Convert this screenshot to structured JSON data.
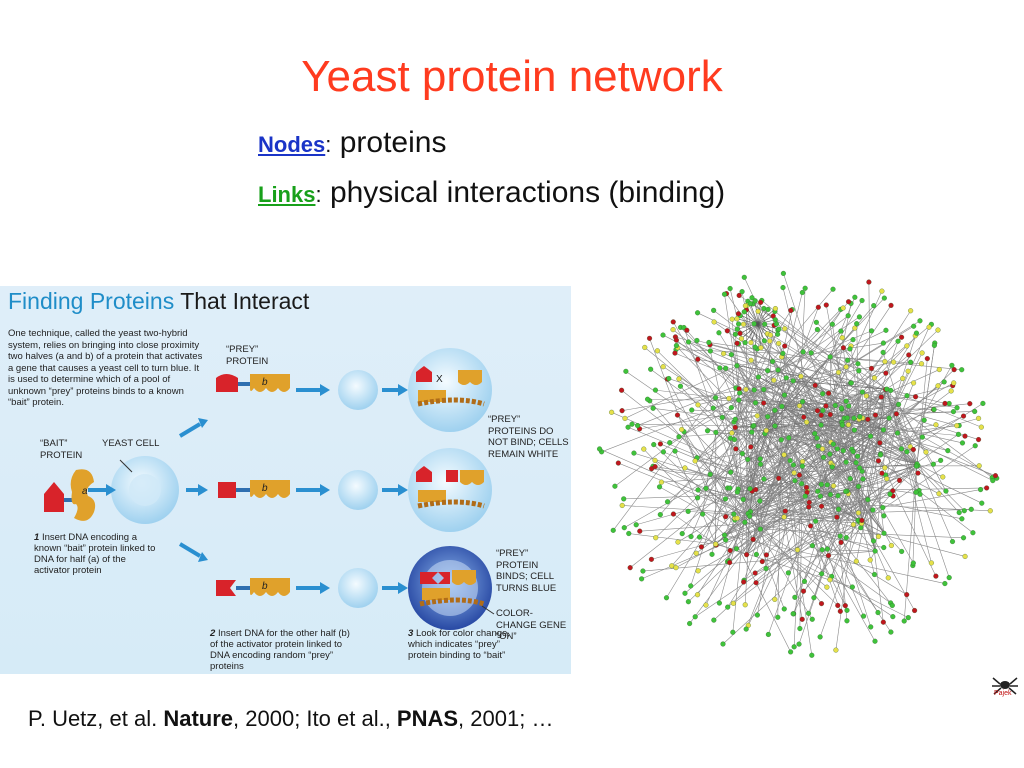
{
  "slide": {
    "title": "Yeast protein network",
    "defs": [
      {
        "key": "Nodes",
        "colon": ":",
        "value": "proteins"
      },
      {
        "key": "Links",
        "colon": ":",
        "value": "physical interactions (binding)"
      }
    ],
    "citation": {
      "p1": "P. Uetz, et al.  ",
      "journal1": "Nature",
      "p2": ", 2000; Ito et al., ",
      "journal2": "PNAS",
      "p3": ", 2001; …"
    },
    "logo_text": "Pajek"
  },
  "figure": {
    "title_blue": "Finding Proteins ",
    "title_dark": "That Interact",
    "intro": "One technique, called the yeast two-hybrid system, relies on bringing into close proximity two halves (a and b) of a protein that activates a gene that causes a yeast cell to turn blue. It is used to determine which of a pool of unknown “prey” proteins binds to a known “bait” protein.",
    "label_prey": "“PREY” PROTEIN",
    "label_bait": "“BAIT” PROTEIN",
    "label_yeast": "YEAST CELL",
    "label_no_bind": "“PREY” PROTEINS DO NOT BIND; CELLS REMAIN WHITE",
    "label_binds": "“PREY” PROTEIN BINDS; CELL TURNS BLUE",
    "label_color_change": "COLOR-CHANGE GENE “ON”",
    "step1_num": "1",
    "step1": "Insert DNA encoding a known “bait” protein linked to DNA for half (a) of the activator protein",
    "step2_num": "2",
    "step2": "Insert DNA for the other half (b) of the activator protein linked to DNA encoding random “prey” proteins",
    "step3_num": "3",
    "step3": "Look for color change, which indicates “prey” protein binding to “bait”",
    "letter_a": "a",
    "letter_b": "b",
    "letter_x": "X"
  },
  "colors": {
    "title": "#ff3b1f",
    "nodes_key": "#1a34c7",
    "links_key": "#18a01a",
    "fig_blue": "#1f8dc8",
    "node_green": "#3fc23a",
    "node_red": "#c0161e",
    "node_yellow": "#e6e04a"
  }
}
